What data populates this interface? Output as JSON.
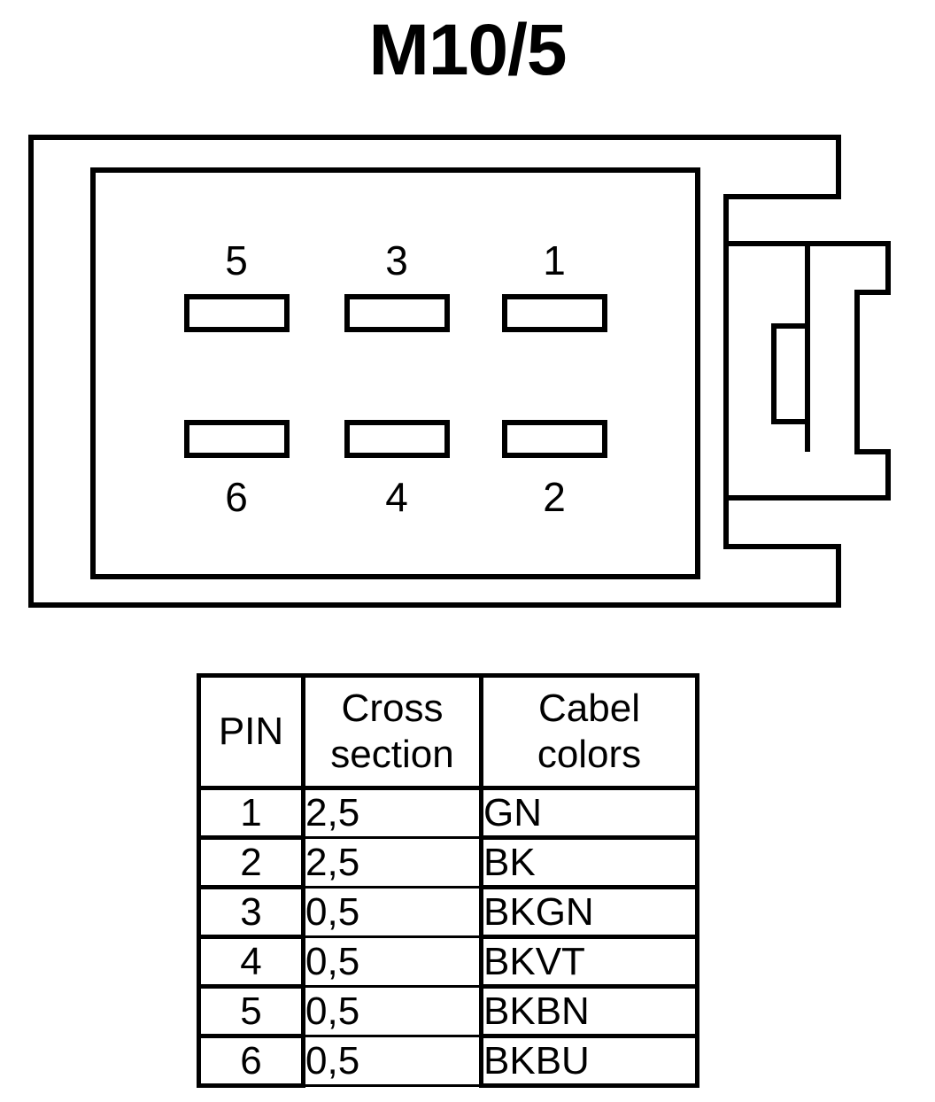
{
  "title": "M10/5",
  "connector": {
    "name": "6-way connector front view",
    "pin_labels_top": [
      "5",
      "3",
      "1"
    ],
    "pin_labels_bottom": [
      "6",
      "4",
      "2"
    ],
    "stroke_color": "#000000",
    "fill_color": "#ffffff"
  },
  "table": {
    "headers": [
      "PIN",
      "Cross section",
      "Cabel colors"
    ],
    "header_lines": [
      [
        "PIN"
      ],
      [
        "Cross",
        "section"
      ],
      [
        "Cabel",
        "colors"
      ]
    ],
    "rows": [
      {
        "pin": "1",
        "cross_section": "2,5",
        "cabel_color": "GN"
      },
      {
        "pin": "2",
        "cross_section": "2,5",
        "cabel_color": "BK"
      },
      {
        "pin": "3",
        "cross_section": "0,5",
        "cabel_color": "BKGN"
      },
      {
        "pin": "4",
        "cross_section": "0,5",
        "cabel_color": "BKVT"
      },
      {
        "pin": "5",
        "cross_section": "0,5",
        "cabel_color": "BKBN"
      },
      {
        "pin": "6",
        "cross_section": "0,5",
        "cabel_color": "BKBU"
      }
    ]
  }
}
